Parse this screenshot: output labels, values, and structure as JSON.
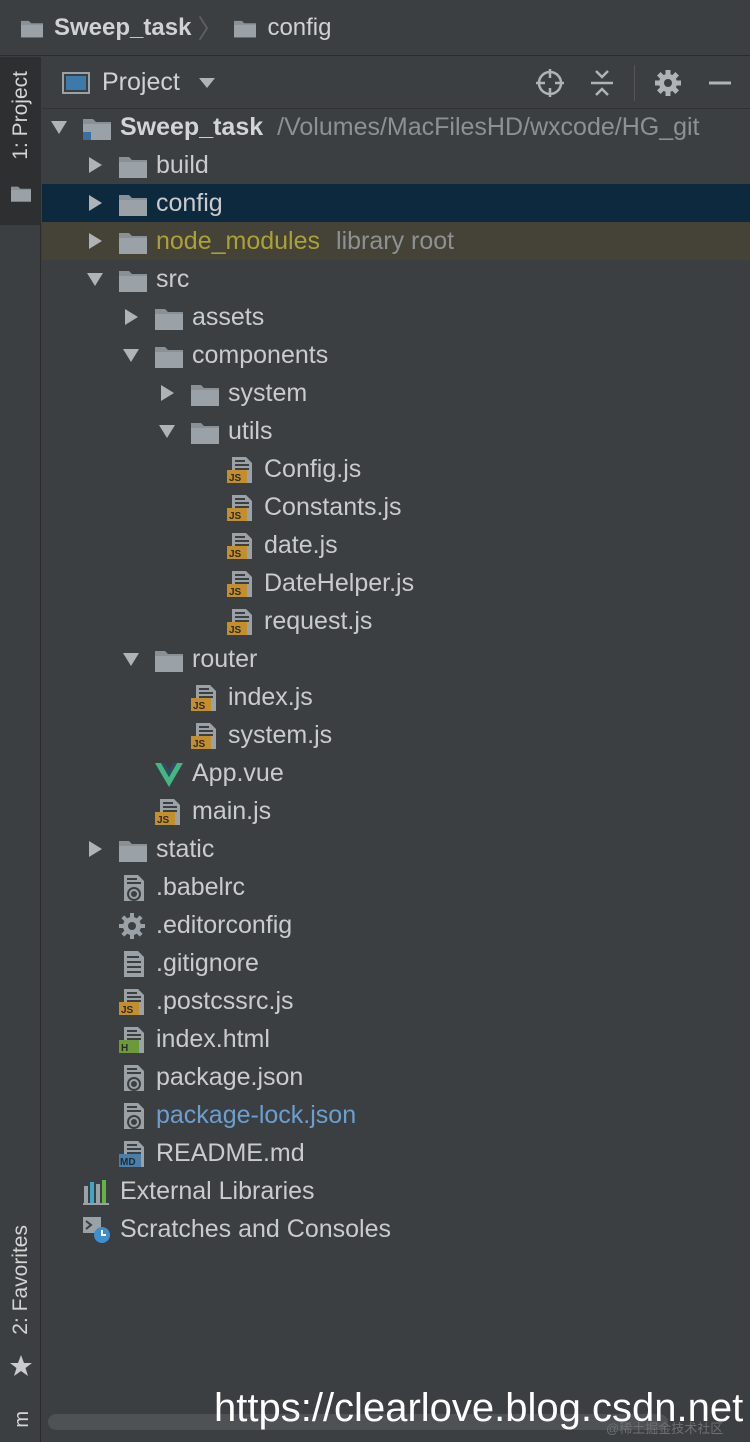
{
  "breadcrumb": {
    "root": "Sweep_task",
    "child": "config"
  },
  "left_strip": {
    "project_tab": "1: Project",
    "favorites_tab": "2: Favorites",
    "bottom_label": "m"
  },
  "header": {
    "title": "Project"
  },
  "tree": {
    "root": {
      "name": "Sweep_task",
      "path": "/Volumes/MacFilesHD/wxcode/HG_git"
    },
    "build": "build",
    "config": "config",
    "node_modules": "node_modules",
    "node_modules_hint": "library root",
    "src": "src",
    "assets": "assets",
    "components": "components",
    "system": "system",
    "utils": "utils",
    "config_js": "Config.js",
    "constants_js": "Constants.js",
    "date_js": "date.js",
    "datehelper_js": "DateHelper.js",
    "request_js": "request.js",
    "router": "router",
    "index_js": "index.js",
    "system_js": "system.js",
    "app_vue": "App.vue",
    "main_js": "main.js",
    "static": "static",
    "babelrc": ".babelrc",
    "editorconfig": ".editorconfig",
    "gitignore": ".gitignore",
    "postcssrc": ".postcssrc.js",
    "index_html": "index.html",
    "package_json": "package.json",
    "package_lock": "package-lock.json",
    "readme": "README.md",
    "external_libraries": "External Libraries",
    "scratches": "Scratches and Consoles"
  },
  "icons": {
    "folder": "folder-icon",
    "js": "js-file-icon",
    "vue": "vue-icon",
    "html": "html-file-icon",
    "md": "markdown-file-icon",
    "config": "config-file-icon",
    "gear": "gear-icon",
    "text": "text-file-icon",
    "libs": "libraries-icon",
    "scratch": "scratches-icon"
  },
  "colors": {
    "selection": "#0d293e",
    "library_root_bg": "#454237",
    "library_root_text": "#aca136",
    "modified_blue": "#6c9fcf",
    "js_badge": "#c28f2c"
  },
  "watermark": {
    "url": "https://clearlove.blog.csdn.net",
    "sub": "@稀土掘金技术社区"
  }
}
